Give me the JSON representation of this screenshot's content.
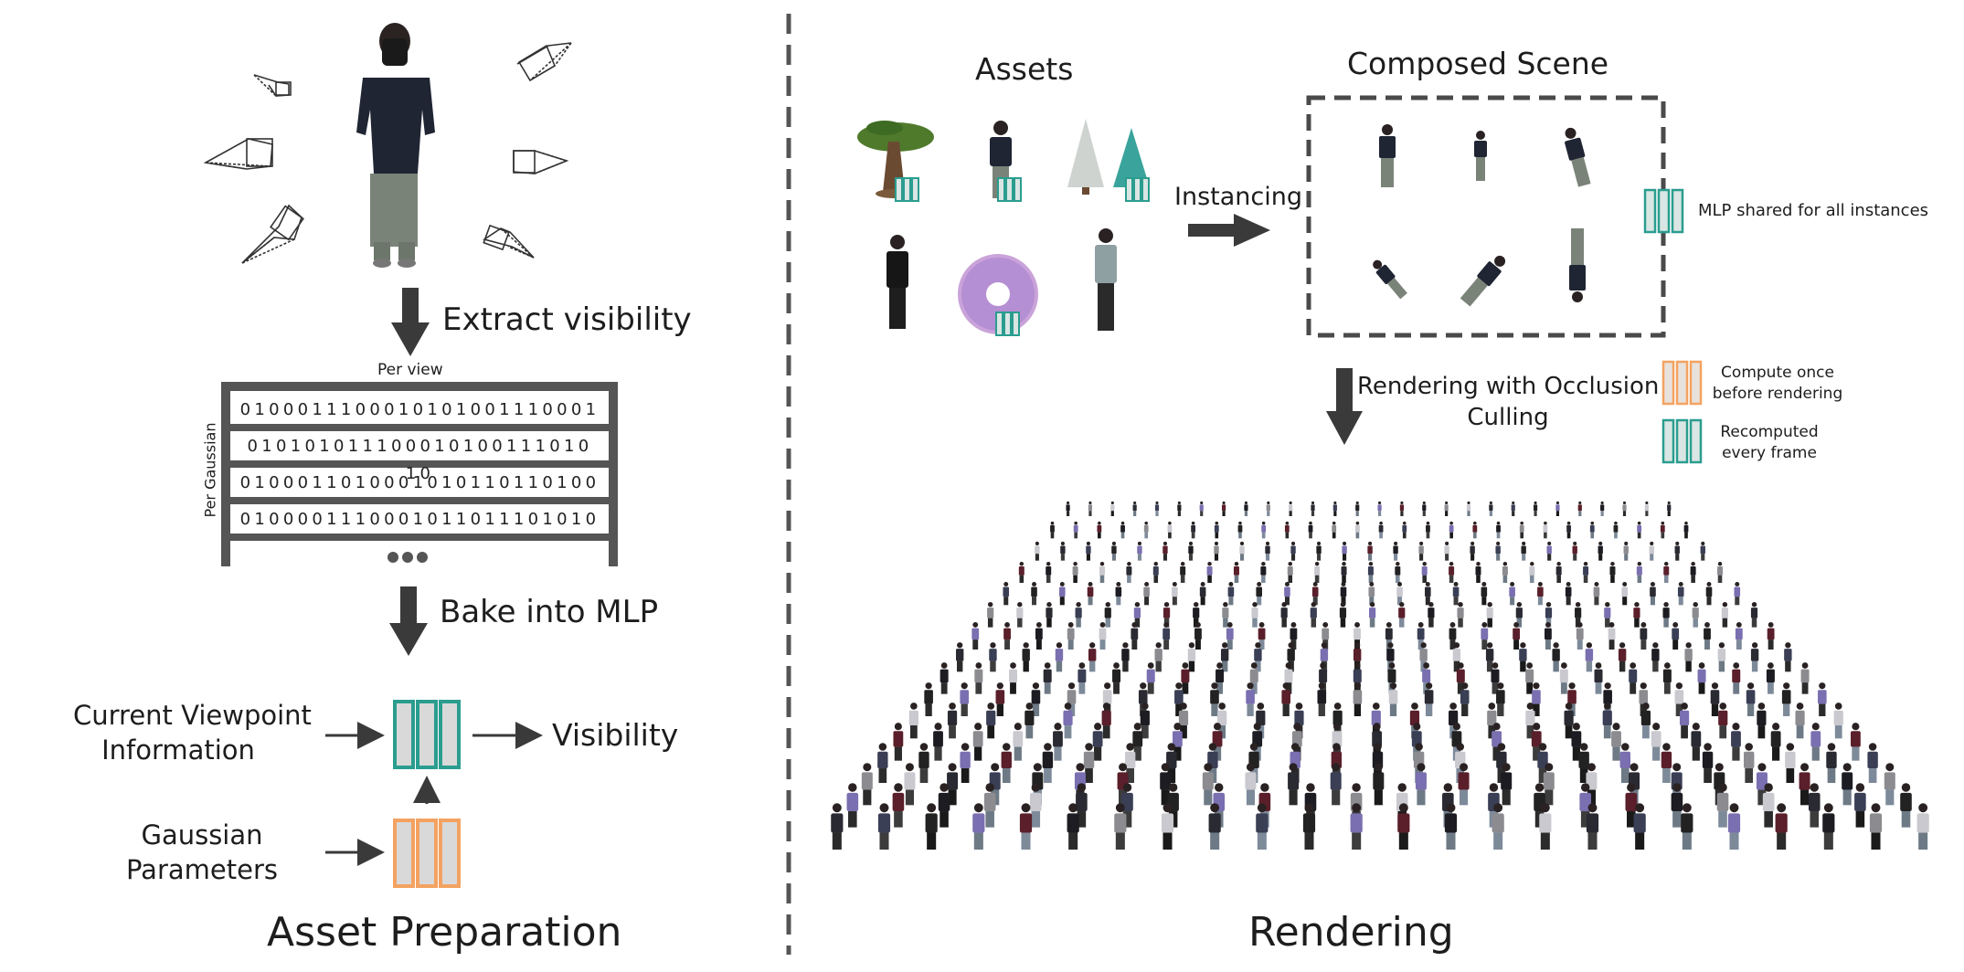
{
  "left_panel": {
    "title": "Asset Preparation",
    "step1_label": "Extract visibility",
    "table": {
      "column_header": "Per view",
      "row_header": "Per Gaussian",
      "rows": [
        "0100011100010101001110001",
        "010101011100010100111010 10",
        "0100011010001010110110100",
        "0100001110001011011101010"
      ],
      "more_indicator": "•••"
    },
    "step2_label": "Bake into MLP",
    "input1": [
      "Current Viewpoint",
      "Information"
    ],
    "input2": [
      "Gaussian",
      "Parameters"
    ],
    "output": "Visibility"
  },
  "right_panel": {
    "assets_title": "Assets",
    "composed_title": "Composed Scene",
    "instancing_label": "Instancing",
    "mlp_shared_label": "MLP shared for all instances",
    "rendering_label": [
      "Rendering with Occlusion",
      "Culling"
    ],
    "legend": {
      "compute_once": [
        "Compute once",
        "before rendering"
      ],
      "recomputed": [
        "Recomputed",
        "every frame"
      ]
    },
    "title": "Rendering"
  },
  "colors": {
    "teal": "#2a9d8f",
    "orange": "#f4a261",
    "block_fill": "#d9d9d9",
    "arrow": "#3a3a3a",
    "frame": "#4a4a4a",
    "divider": "#555555"
  }
}
